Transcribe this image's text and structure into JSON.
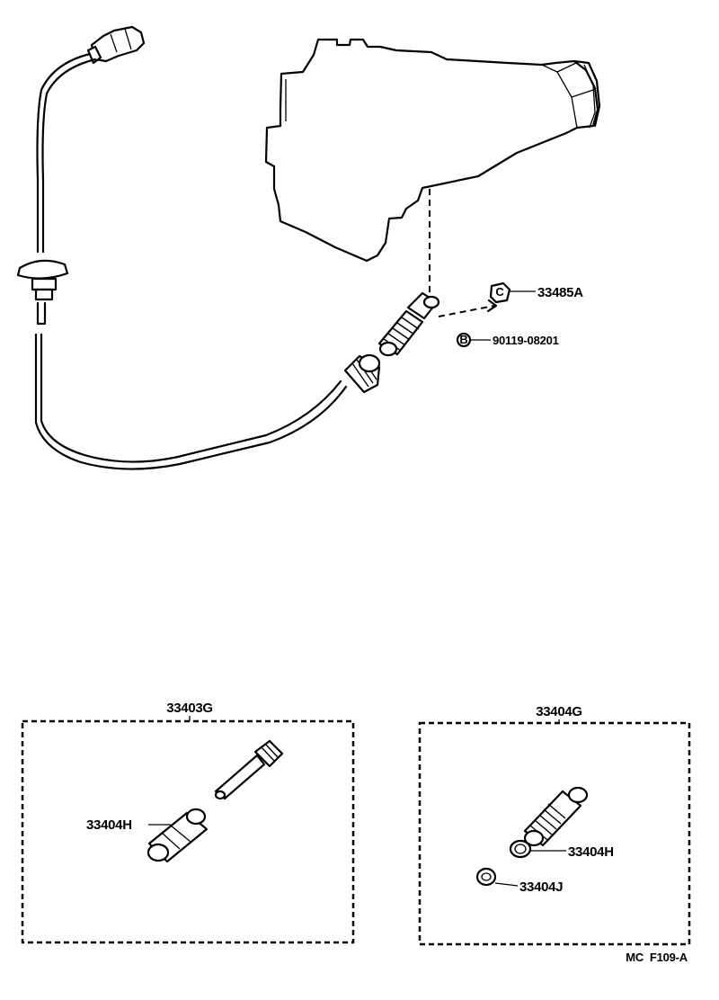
{
  "callouts": {
    "nut": "33485A",
    "bolt": "90119-08201",
    "bolt_symbol": "B",
    "nut_symbol": "C"
  },
  "kit_left": {
    "title": "33403G",
    "part": "33404H"
  },
  "kit_right": {
    "title": "33404G",
    "part_ring": "33404H",
    "part_seal": "33404J"
  },
  "figure_code": "MC  F109-A",
  "colors": {
    "ink": "#000000",
    "paper": "#ffffff"
  }
}
